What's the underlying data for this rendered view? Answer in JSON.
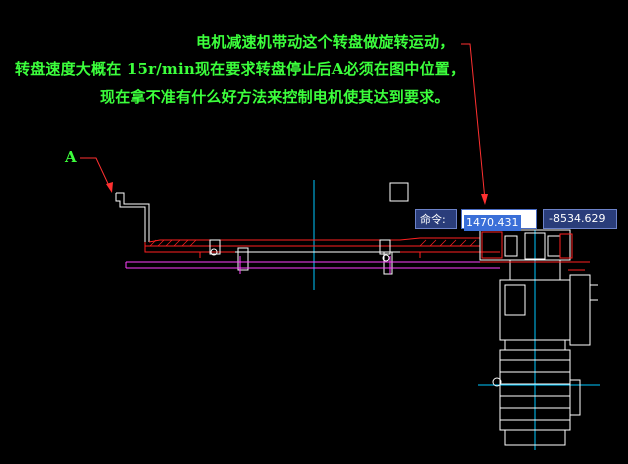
{
  "annotation": {
    "line1": "电机减速机带动这个转盘做旋转运动，",
    "line2": "转盘速度大概在 15r/min现在要求转盘停止后A必须在图中位置，",
    "line3": "现在拿不准有什么好方法来控制电机使其达到要求。",
    "label_a": "A"
  },
  "command_line": {
    "label": "命令:",
    "x_value": "1470.431",
    "y_value": "-8534.629"
  },
  "colors": {
    "background": "#000000",
    "text": "#3cff3c",
    "leader": "#ff3030",
    "drawing_white": "#ffffff",
    "drawing_red": "#ff2020",
    "drawing_magenta": "#ff40ff",
    "center_line": "#00c8ff"
  }
}
